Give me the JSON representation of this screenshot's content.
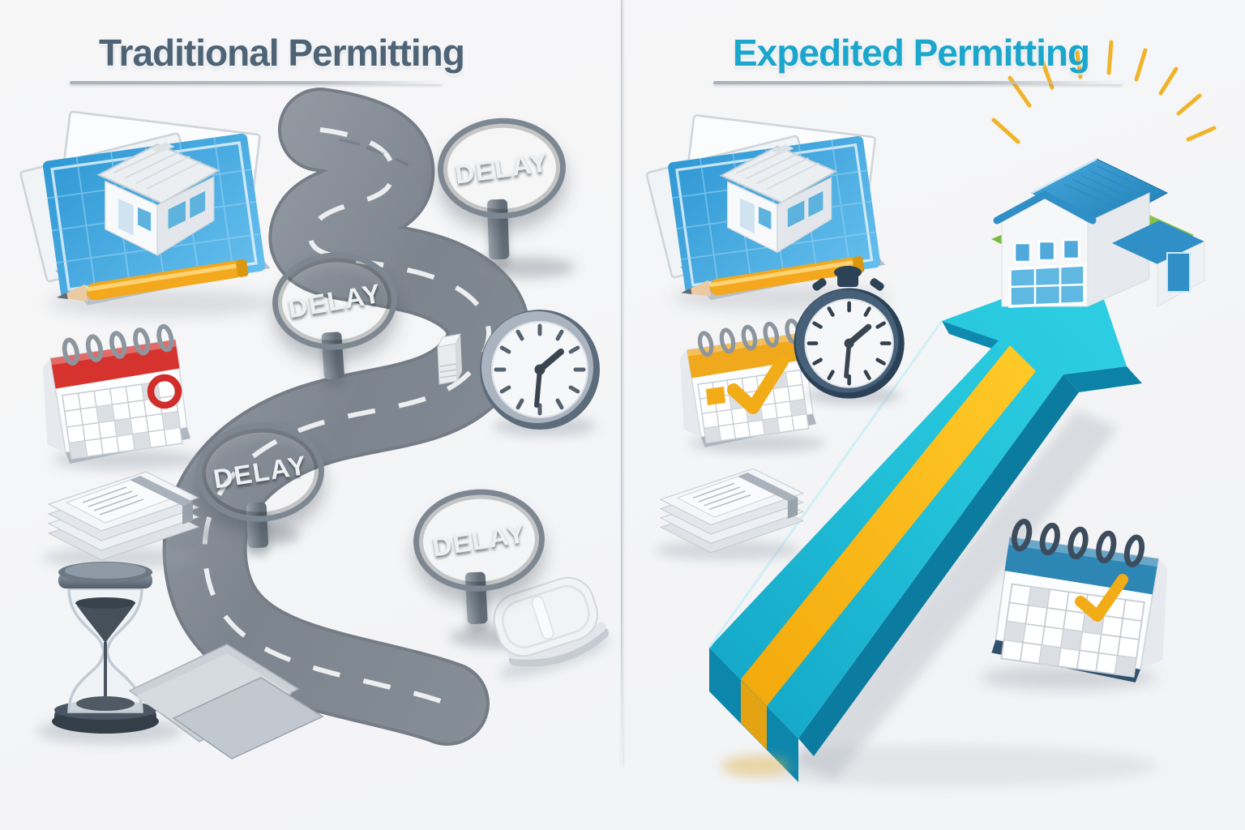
{
  "left": {
    "title": "Traditional Permitting",
    "signs": [
      {
        "label": "DELAY"
      },
      {
        "label": "DELAY"
      },
      {
        "label": "DELAY"
      },
      {
        "label": "DELAY"
      }
    ],
    "icons": [
      "blueprint-plans",
      "winding-road",
      "calendar-deadline",
      "wall-clock",
      "document-bundle",
      "hourglass",
      "paper-sheets",
      "paper-pile"
    ]
  },
  "right": {
    "title": "Expedited Permitting",
    "icons": [
      "blueprint-plans",
      "calendar-approved",
      "stopwatch",
      "document-bundle",
      "fast-track-arrow",
      "approved-house",
      "calendar-scheduled"
    ]
  },
  "colors": {
    "slate": "#4e6476",
    "cyan": "#1ba7cd",
    "road": "#7f868f",
    "yellow": "#f2ac18",
    "red": "#d6332e",
    "arrow-top": "#17b6d4",
    "arrow-side": "#0c82a8",
    "grass": "#79bd35",
    "cal-blue": "#2e86b5",
    "bg": "#f6f6f7"
  }
}
